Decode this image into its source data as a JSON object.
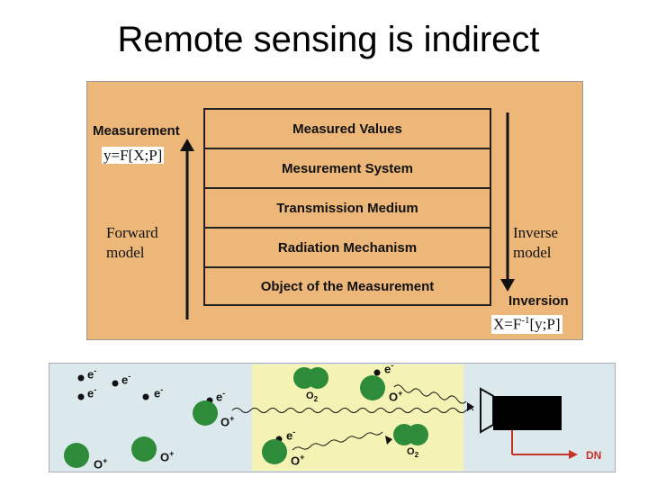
{
  "title": "Remote sensing is indirect",
  "top_panel": {
    "layers": [
      "Measured Values",
      "Mesurement System",
      "Transmission Medium",
      "Radiation Mechanism",
      "Object of the Measurement"
    ],
    "measurement_label": "Measurement",
    "forward_equation": "y=F[X;P]",
    "forward_model": [
      "Forward",
      "model"
    ],
    "inverse_model": [
      "Inverse",
      "model"
    ],
    "inversion_label": "Inversion",
    "inverse_equation_prefix": "X=F",
    "inverse_equation_sup": "-1",
    "inverse_equation_suffix": "[y;P]"
  },
  "bottom_panel": {
    "electron": "e",
    "electron_sup": "-",
    "oxygen_ion": "O",
    "oxygen_ion_sup": "+",
    "oxygen_molecule": "O",
    "oxygen_molecule_sub": "2",
    "output_label": "DN",
    "colors": {
      "particle": "#2e8b3a",
      "background": "#dce9ec",
      "highlight": "#f4f3b3",
      "arrow": "#c8302a"
    }
  }
}
